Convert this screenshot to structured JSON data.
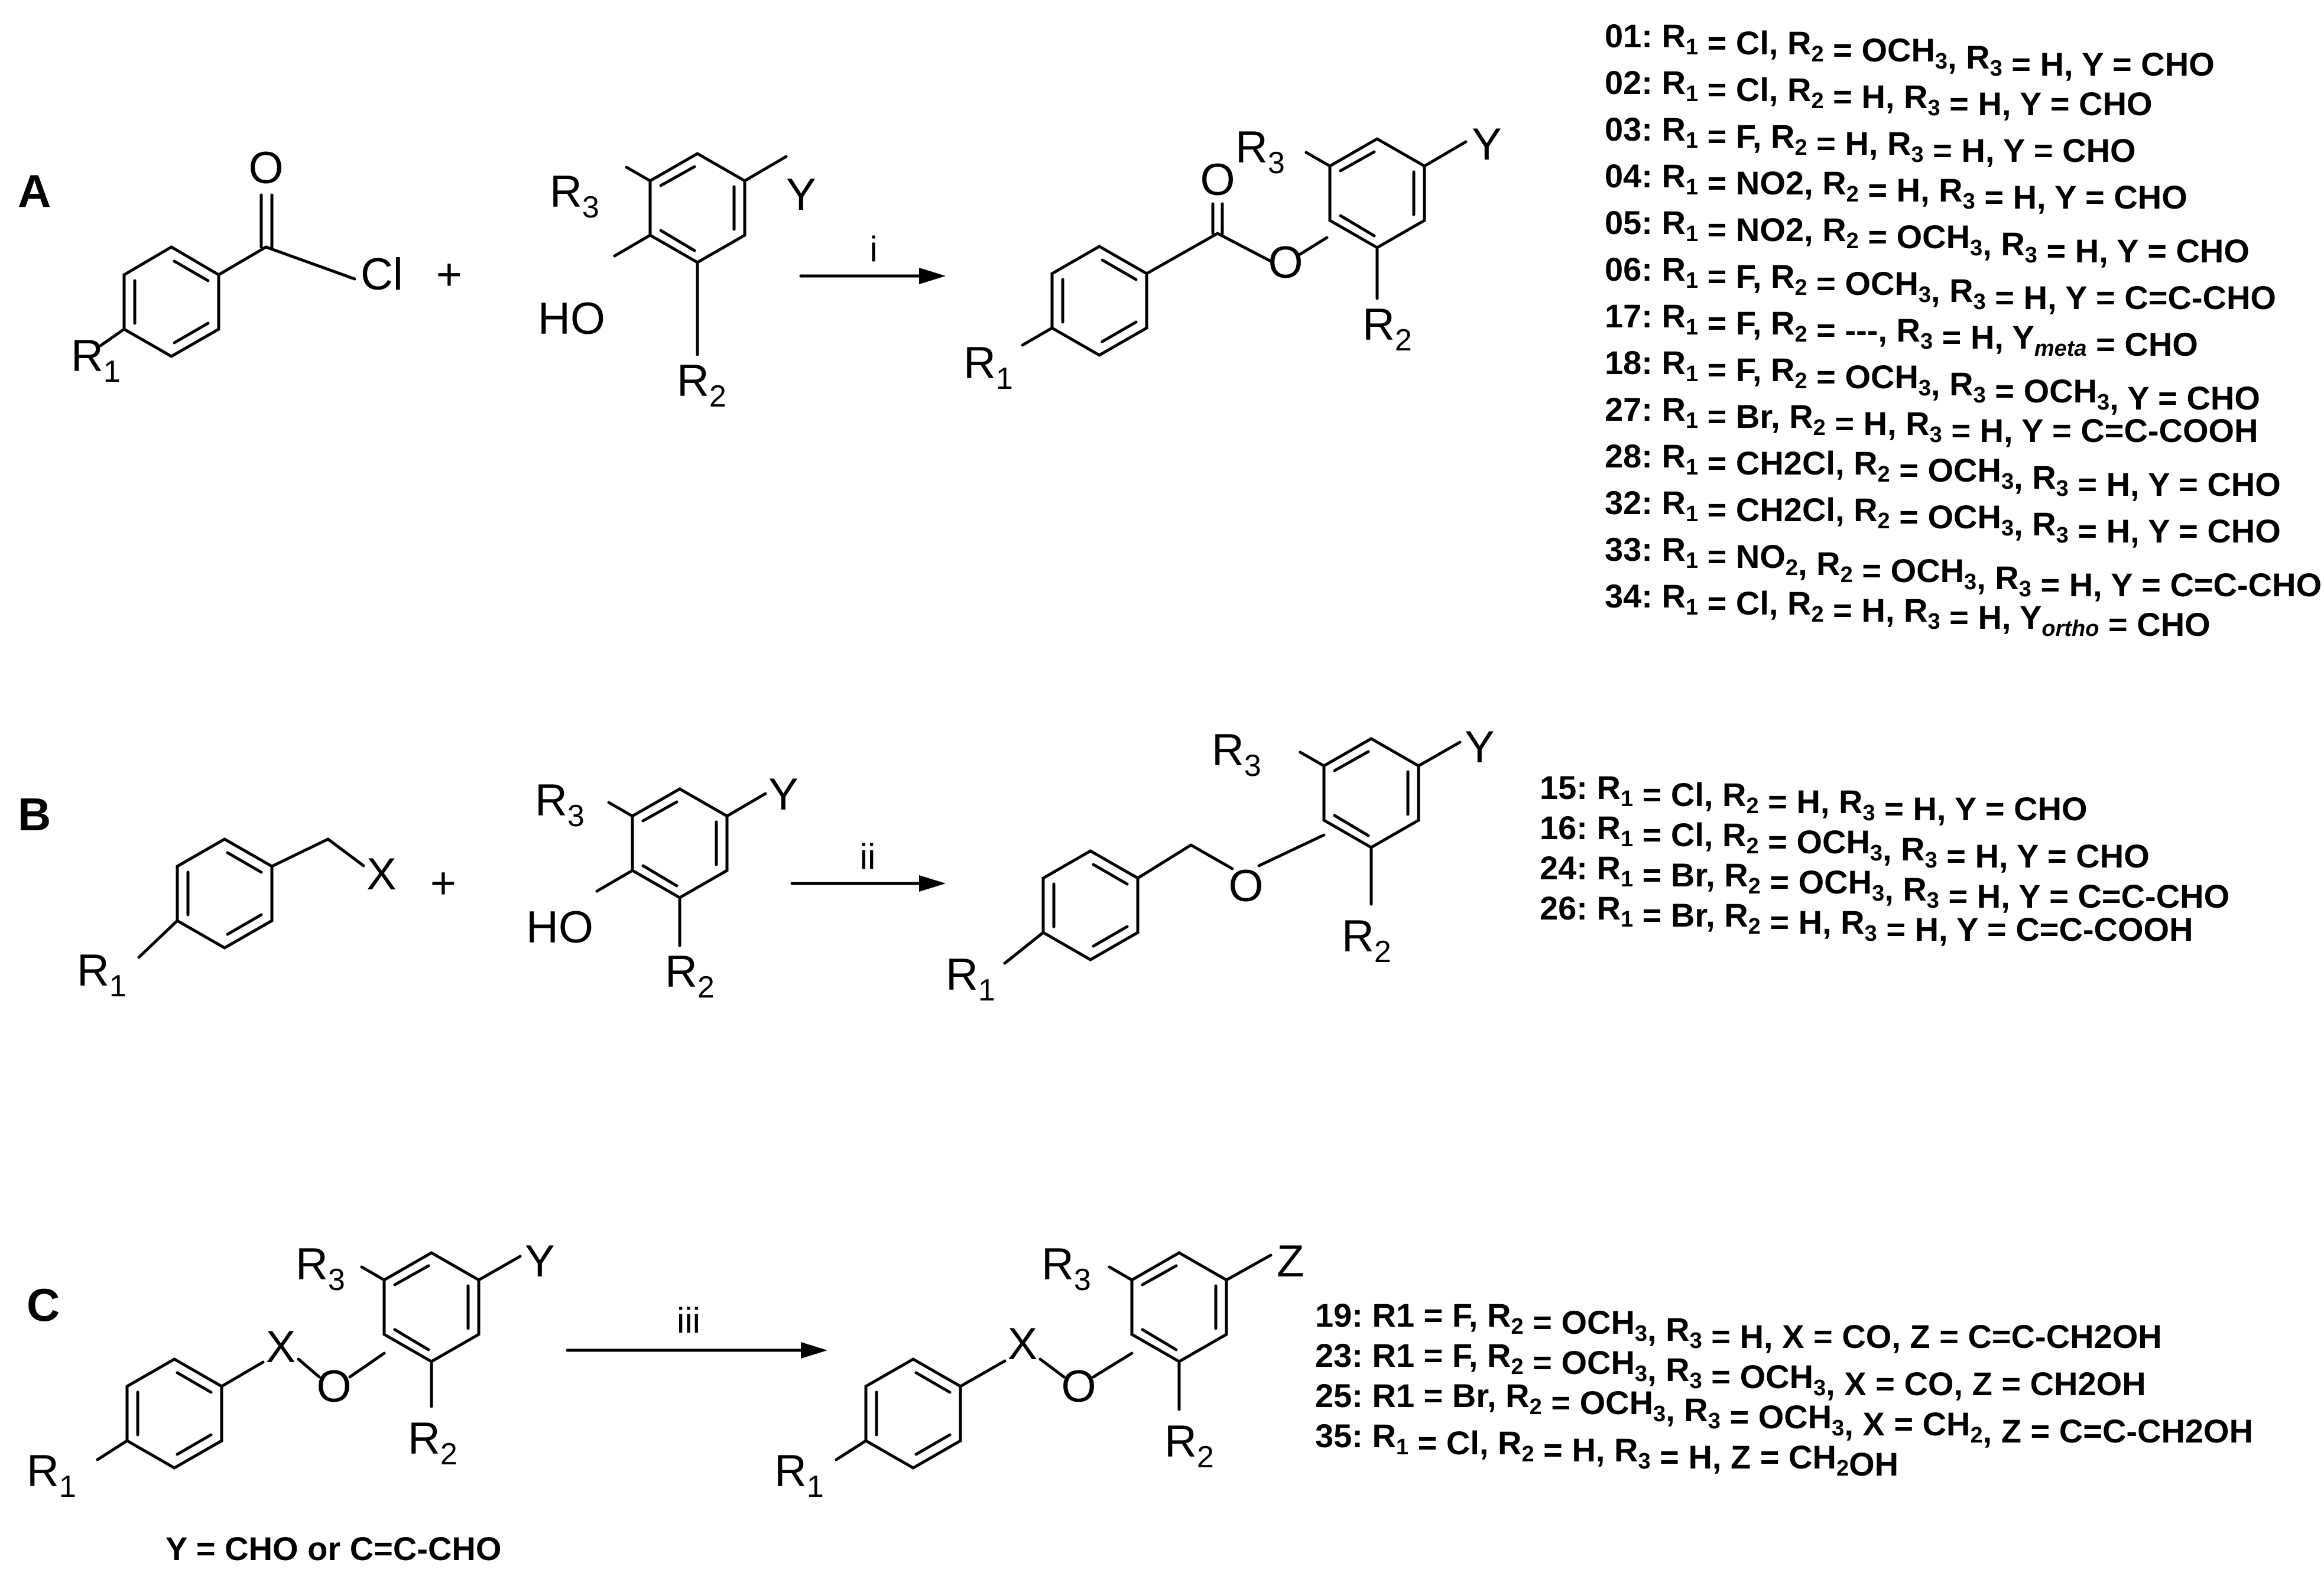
{
  "sections": [
    {
      "label": "A",
      "plus": "+",
      "condition": "i",
      "acyl_chloride": {
        "o": "O",
        "cl": "Cl"
      },
      "phenol": {
        "ho": "HO",
        "y": "Y",
        "r2": "R",
        "r2n": "2",
        "r3": "R",
        "r3n": "3"
      },
      "product": {
        "o_carbonyl": "O",
        "o_ester": "O",
        "y": "Y",
        "r2": "R",
        "r2n": "2",
        "r3": "R",
        "r3n": "3"
      },
      "r1": "R",
      "r1n": "1",
      "compounds": [
        {
          "code": "01",
          "r1": "Cl",
          "r2": "OCH",
          "r2n": "3",
          "r3": "H",
          "y": "CHO"
        },
        {
          "code": "02",
          "r1": "Cl",
          "r2": "H",
          "r2n": "",
          "r3": "H",
          "y": "CHO"
        },
        {
          "code": "03",
          "r1": "F",
          "r2": "H",
          "r2n": "",
          "r3": "H",
          "y": "CHO"
        },
        {
          "code": "04",
          "r1": "NO2",
          "r2": "H",
          "r2n": "",
          "r3": "H",
          "y": "CHO"
        },
        {
          "code": "05",
          "r1": "NO2",
          "r2": "OCH",
          "r2n": "3",
          "r3": "H",
          "y": "CHO"
        },
        {
          "code": "06",
          "r1": "F",
          "r2": "OCH",
          "r2n": "3",
          "r3": "H",
          "y": "C=C-CHO"
        },
        {
          "code": "17",
          "r1": "F",
          "r2": "---",
          "r2n": "",
          "r3": "H",
          "ysub": "meta",
          "y": "CHO"
        },
        {
          "code": "18",
          "r1": "F",
          "r2": "OCH",
          "r2n": "3",
          "r3": "OCH",
          "r3n": "3",
          "y": "CHO"
        },
        {
          "code": "27",
          "r1": "Br",
          "r2": "H",
          "r2n": "",
          "r3": "H",
          "y": "C=C-COOH"
        },
        {
          "code": "28",
          "r1": "CH2Cl",
          "r2": "OCH",
          "r2n": "3",
          "r3": "H",
          "y": "CHO"
        },
        {
          "code": "32",
          "r1": "CH2Cl",
          "r2": "OCH",
          "r2n": "3",
          "r3": "H",
          "y": "CHO"
        },
        {
          "code": "33",
          "r1": "NO",
          "r1n": "2",
          "r2": "OCH",
          "r2n": "3",
          "r3": "H",
          "y": "C=C-CHO"
        },
        {
          "code": "34",
          "r1": "Cl",
          "r2": "H",
          "r2n": "",
          "r3": "H",
          "ysub": "ortho",
          "y": "CHO"
        }
      ]
    },
    {
      "label": "B",
      "plus": "+",
      "condition": "ii",
      "benzyl": {
        "x": "X"
      },
      "phenol": {
        "ho": "HO",
        "y": "Y",
        "r2": "R",
        "r2n": "2",
        "r3": "R",
        "r3n": "3"
      },
      "product": {
        "o": "O",
        "y": "Y",
        "r2": "R",
        "r2n": "2",
        "r3": "R",
        "r3n": "3"
      },
      "r1": "R",
      "r1n": "1",
      "compounds": [
        {
          "code": "15",
          "r1": "Cl",
          "r2": "H",
          "r2n": "",
          "r3": "H",
          "y": "CHO"
        },
        {
          "code": "16",
          "r1": "Cl",
          "r2": "OCH",
          "r2n": "3",
          "r3": "H",
          "y": "CHO"
        },
        {
          "code": "24",
          "r1": "Br",
          "r2": "OCH",
          "r2n": "3",
          "r3": "H",
          "y": "C=C-CHO"
        },
        {
          "code": "26",
          "r1": "Br",
          "r2": "H",
          "r2n": "",
          "r3": "H",
          "y": "C=C-COOH"
        }
      ]
    },
    {
      "label": "C",
      "condition": "iii",
      "footnote": "Y = CHO or C=C-CHO",
      "reactant": {
        "x": "X",
        "o": "O",
        "y": "Y",
        "r2": "R",
        "r2n": "2",
        "r3": "R",
        "r3n": "3"
      },
      "product": {
        "x": "X",
        "o": "O",
        "z": "Z",
        "r2": "R",
        "r2n": "2",
        "r3": "R",
        "r3n": "3"
      },
      "r1": "R",
      "r1n": "1",
      "compounds": [
        {
          "code": "19",
          "r1label": "R1",
          "r1": "F",
          "r2": "OCH",
          "r2n": "3",
          "r3": "H",
          "x": "CO",
          "z": "C=C-CH2OH"
        },
        {
          "code": "23",
          "r1label": "R1",
          "r1": "F",
          "r2": "OCH",
          "r2n": "3",
          "r3": "OCH",
          "r3n": "3",
          "x": "CO",
          "z": "CH2OH"
        },
        {
          "code": "25",
          "r1label": "R1",
          "r1": "Br",
          "r2": "OCH",
          "r2n": "3",
          "r3": "OCH",
          "r3n": "3",
          "x": "CH",
          "xn": "2",
          "z": "C=C-CH2OH"
        },
        {
          "code": "35",
          "r1": "Cl",
          "r2": "H",
          "r2n": "",
          "r3": "H",
          "z": "CH",
          "zn": "2",
          "ztail": "OH"
        }
      ]
    }
  ]
}
